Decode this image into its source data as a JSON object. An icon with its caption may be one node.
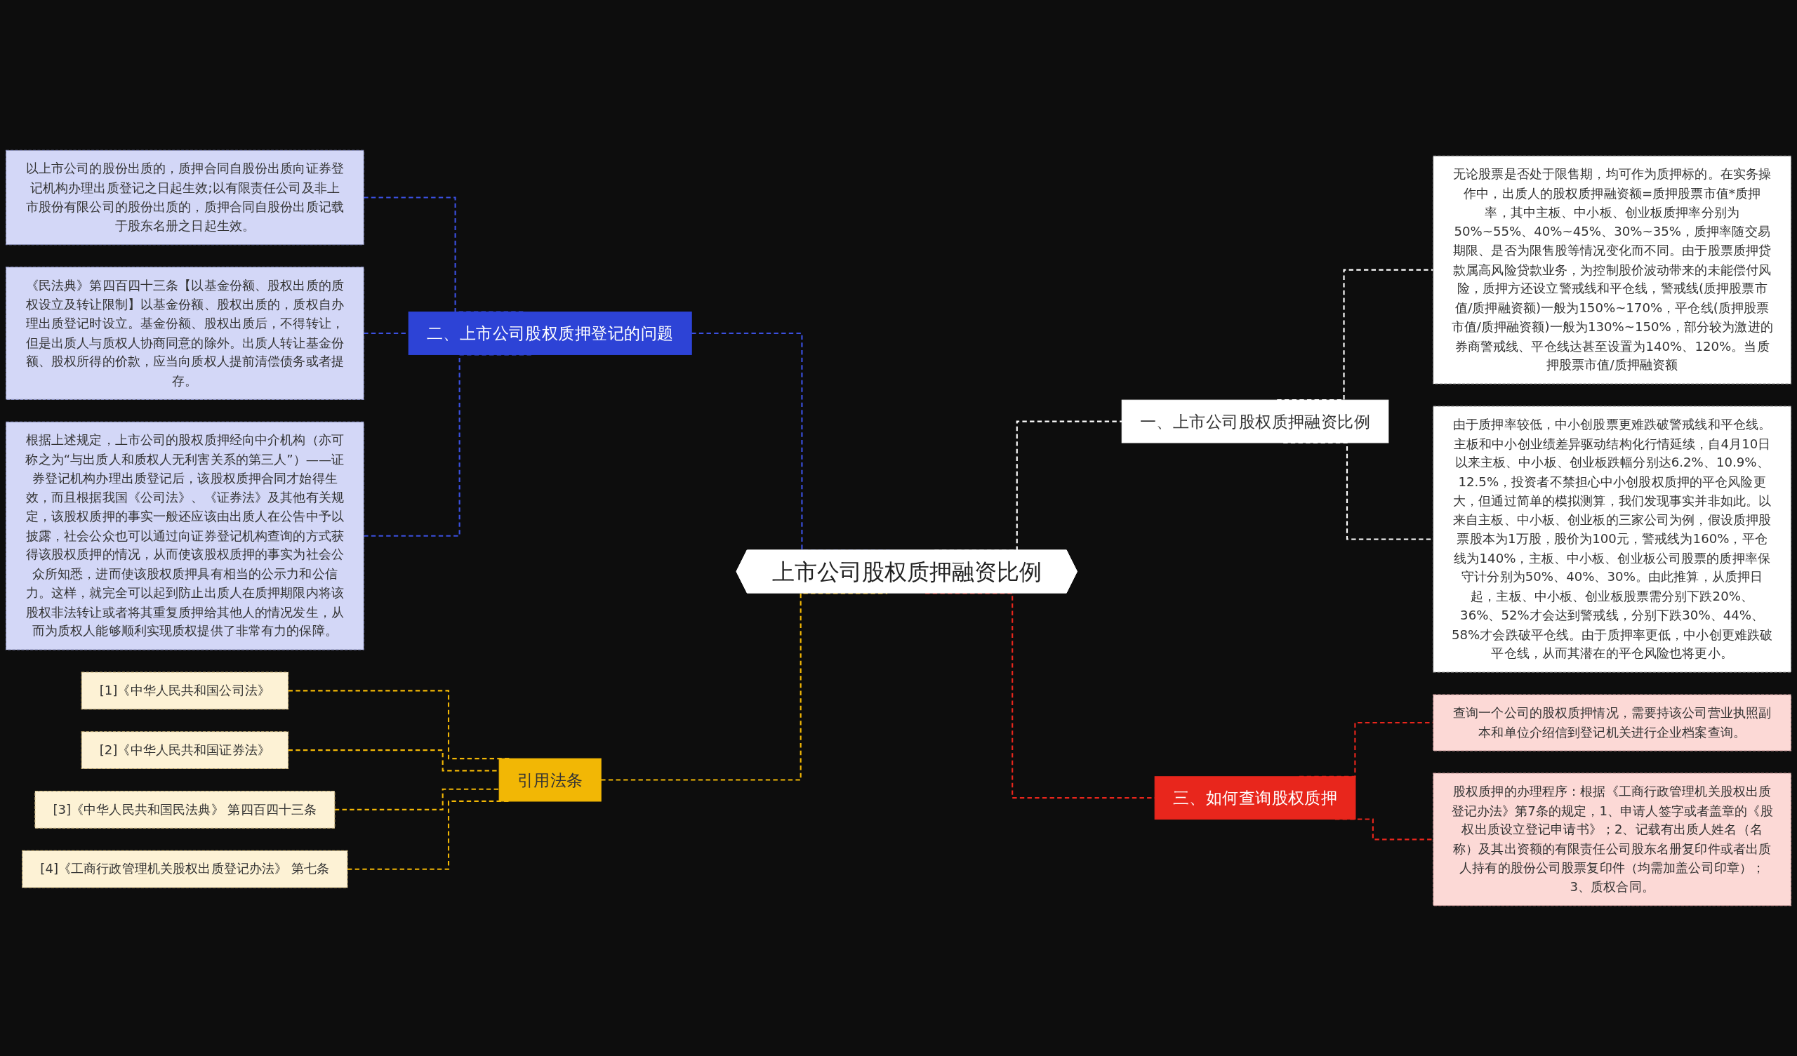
{
  "diagram": {
    "nodes": [
      {
        "text": [
          "上市公司股权质押融资比例"
        ]
      },
      {
        "text": [
          "二、上市公司股权质押登记的问题"
        ]
      },
      {
        "text": [
          "以上市公司的股份出质的，质押合同自股份出质向证券登记机构办理出质登记之日起生效;以有限责任公司及非上市股份有限公司的股份出质的，质押合同自股份出质记载于股东名册之日起生效。"
        ]
      },
      {
        "text": [
          "《民法典》第四百四十三条【以基金份额、股权出质的质权设立及转让限制】以基金份额、股权出质的，质权自办理出质登记时设立。基金份额、股权出质后，不得转让，但是出质人与质权人协商同意的除外。出质人转让基金份额、股权所得的价款，应当向质权人提前清偿债务或者提存。"
        ]
      },
      {
        "text": [
          "根据上述规定，上市公司的股权质押经向中介机构（亦可称之为“与出质人和质权人无利害关系的第三人”）——证券登记机构办理出质登记后，该股权质押合同才始得生效，而且根据我国《公司法》、《证券法》及其他有关规定，该股权质押的事实一般还应该由出质人在公告中予以披露，社会公众也可以通过向证券登记机构查询的方式获得该股权质押的情况，从而使该股权质押的事实为社会公众所知悉，进而使该股权质押具有相当的公示力和公信力。这样，就完全可以起到防止出质人在质押期限内将该股权非法转让或者将其重复质押给其他人的情况发生，从而为质权人能够顺利实现质权提供了非常有力的保障。"
        ]
      },
      {
        "text": [
          "引用法条"
        ]
      },
      {
        "text": [
          "[1]《中华人民共和国公司法》"
        ]
      },
      {
        "text": [
          "[2]《中华人民共和国证券法》"
        ]
      },
      {
        "text": [
          "[3]《中华人民共和国民法典》 第四百四十三条"
        ]
      },
      {
        "text": [
          "[4]《工商行政管理机关股权出质登记办法》 第七条"
        ]
      },
      {
        "text": [
          "一、上市公司股权质押融资比例"
        ]
      },
      {
        "text": [
          "无论股票是否处于限售期，均可作为质押标的。在实务操作中，出质人的股权质押融资额=质押股票市值*质押率，其中主板、中小板、创业板质押率分别为50%~55%、40%~45%、30%~35%，质押率随交易期限、是否为限售股等情况变化而不同。由于股票质押贷款属高风险贷款业务，为控制股价波动带来的未能偿付风险，质押方还设立警戒线和平仓线，警戒线(质押股票市值/质押融资额)一般为150%~170%，平仓线(质押股票市值/质押融资额)一般为130%~150%，部分较为激进的券商警戒线、平仓线达甚至设置为140%、120%。当质押股票市值/质押融资额"
        ]
      },
      {
        "text": [
          "由于质押率较低，中小创股票更难跌破警戒线和平仓线。主板和中小创业绩差异驱动结构化行情延续，自4月10日以来主板、中小板、创业板跌幅分别达6.2%、10.9%、12.5%，投资者不禁担心中小创股权质押的平仓风险更大，但通过简单的模拟测算，我们发现事实并非如此。以来自主板、中小板、创业板的三家公司为例，假设质押股票股本为1万股，股价为100元，警戒线为160%，平仓线为140%，主板、中小板、创业板公司股票的质押率保守计分别为50%、40%、30%。由此推算，从质押日起，主板、中小板、创业板股票需分别下跌20%、36%、52%才会达到警戒线，分别下跌30%、44%、58%才会跌破平仓线。由于质押率更低，中小创更难跌破平仓线，从而其潜在的平仓风险也将更小。"
        ]
      },
      {
        "text": [
          "三、如何查询股权质押"
        ]
      },
      {
        "text": [
          "查询一个公司的股权质押情况，需要持该公司营业执照副本和单位介绍信到登记机关进行企业档案查询。"
        ]
      },
      {
        "text": [
          "股权质押的办理程序：根据《工商行政管理机关股权出质登记办法》第7条的规定，1、申请人签字或者盖章的《股权出质设立登记申请书》；2、记载有出质人姓名（名称）及其出资额的有限责任公司股东名册复印件或者出质人持有的股份公司股票复印件（均需加盖公司印章）；3、质权合同。"
        ]
      }
    ],
    "edges": [
      {
        "from": 1,
        "to": 0,
        "arrow": "none",
        "style": "dashed",
        "color": "#3b50e0"
      },
      {
        "from": 2,
        "to": 1,
        "arrow": "none",
        "style": "dashed",
        "color": "#3b50e0"
      },
      {
        "from": 3,
        "to": 1,
        "arrow": "none",
        "style": "dashed",
        "color": "#3b50e0"
      },
      {
        "from": 4,
        "to": 1,
        "arrow": "none",
        "style": "dashed",
        "color": "#3b50e0"
      },
      {
        "from": 5,
        "to": 0,
        "arrow": "none",
        "style": "dashed",
        "color": "#f2b705"
      },
      {
        "from": 6,
        "to": 5,
        "arrow": "none",
        "style": "dashed",
        "color": "#f2b705"
      },
      {
        "from": 7,
        "to": 5,
        "arrow": "none",
        "style": "dashed",
        "color": "#f2b705"
      },
      {
        "from": 8,
        "to": 5,
        "arrow": "none",
        "style": "dashed",
        "color": "#f2b705"
      },
      {
        "from": 9,
        "to": 5,
        "arrow": "none",
        "style": "dashed",
        "color": "#f2b705"
      },
      {
        "from": 0,
        "to": 10,
        "arrow": "none",
        "style": "dashed",
        "color": "#ffffff"
      },
      {
        "from": 10,
        "to": 11,
        "arrow": "none",
        "style": "dashed",
        "color": "#ffffff"
      },
      {
        "from": 10,
        "to": 12,
        "arrow": "none",
        "style": "dashed",
        "color": "#ffffff"
      },
      {
        "from": 0,
        "to": 13,
        "arrow": "none",
        "style": "dashed",
        "color": "#e8261c"
      },
      {
        "from": 13,
        "to": 14,
        "arrow": "none",
        "style": "dashed",
        "color": "#e8261c"
      },
      {
        "from": 13,
        "to": 15,
        "arrow": "none",
        "style": "dashed",
        "color": "#e8261c"
      }
    ]
  }
}
